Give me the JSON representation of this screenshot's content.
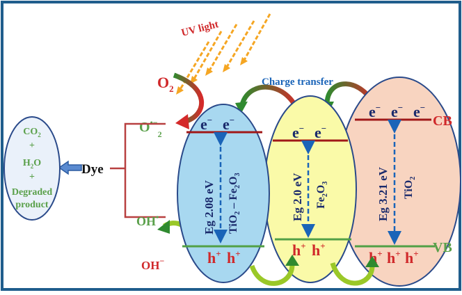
{
  "uv_label": "UV light",
  "o2_label": "O",
  "o2_sub": "2",
  "superoxide_main": "O",
  "superoxide_sup": "•−",
  "superoxide_sub": "2",
  "charge_transfer_label": "Charge transfer",
  "dye_label": "Dye",
  "products": {
    "co2_main": "CO",
    "co2_sub": "2",
    "plus": "+",
    "h2o_h": "H",
    "h2o_sub": "2",
    "h2o_o": "O",
    "degraded_line1": "Degraded",
    "degraded_line2": "product"
  },
  "hydroxyl_radical_main": "OH",
  "hydroxyl_radical_sup": "•",
  "hydroxide_main": "OH",
  "hydroxide_sup": "−",
  "electron": "e",
  "electron_sup": "−",
  "hole": "h",
  "hole_sup": "+",
  "cb_label": "CB",
  "vb_label": "VB",
  "ellipse1": {
    "eg": "Eg 2.08 eV",
    "mat_a": "TiO",
    "mat_a_sub": "2",
    "dash": " – ",
    "mat_b": "Fe",
    "mat_b_sub1": "2",
    "mat_b_o": "O",
    "mat_b_sub2": "3"
  },
  "ellipse2": {
    "eg": "Eg 2.0 eV",
    "mat": "Fe",
    "mat_sub1": "2",
    "mat_o": "O",
    "mat_sub2": "3"
  },
  "ellipse3": {
    "eg": "Eg 3.21 eV",
    "mat": "TiO",
    "mat_sub": "2"
  },
  "colors": {
    "frame": "#1f5d8c",
    "uv": "#f5a623",
    "red_text": "#d0282a",
    "navy": "#1a2a6c",
    "green_text": "#5aa04a",
    "ellipse1_fill": "#a8d8f0",
    "ellipse2_fill": "#fafaa8",
    "ellipse3_fill": "#f8d4c0",
    "cb_line": "#a01818",
    "vb_line": "#52a046"
  }
}
